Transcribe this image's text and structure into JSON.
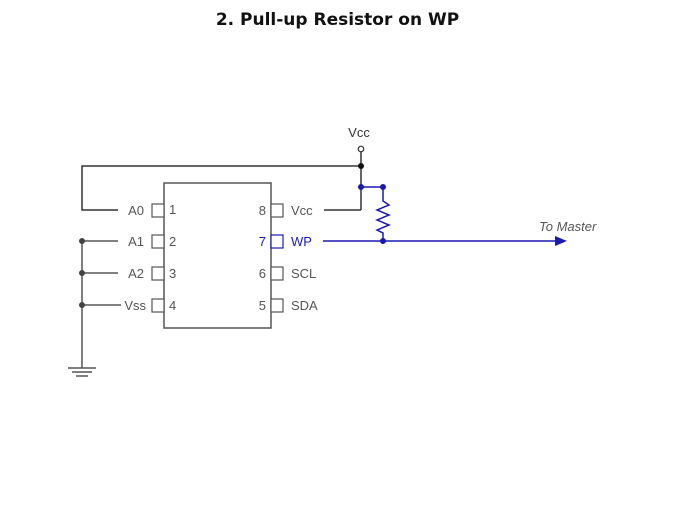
{
  "title": "2. Pull-up Resistor on WP",
  "colors": {
    "wire": "#333333",
    "ic_outline": "#555555",
    "text": "#555555",
    "highlight": "#1a1ab0"
  },
  "power_label": "Vcc",
  "left_pins": [
    {
      "name": "A0",
      "number": "1"
    },
    {
      "name": "A1",
      "number": "2"
    },
    {
      "name": "A2",
      "number": "3"
    },
    {
      "name": "Vss",
      "number": "4"
    }
  ],
  "right_pins": [
    {
      "name": "Vcc",
      "number": "8"
    },
    {
      "name": "WP",
      "number": "7"
    },
    {
      "name": "SCL",
      "number": "6"
    },
    {
      "name": "SDA",
      "number": "5"
    }
  ],
  "output_label": "To Master"
}
